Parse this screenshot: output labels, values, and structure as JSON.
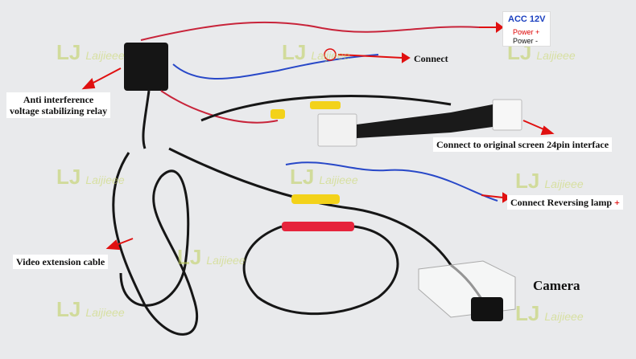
{
  "watermark": "Laijieee",
  "watermark_logo": "LJ",
  "labels": {
    "acc_title": "ACC 12V",
    "power_pos": "Power",
    "power_pos_sign": "+",
    "power_neg": "Power",
    "power_neg_sign": "-",
    "connect": "Connect",
    "relay_line1": "Anti interference",
    "relay_line2": "voltage stabilizing relay",
    "screen_interface": "Connect to original screen 24pin interface",
    "reversing_lamp": "Connect Reversing lamp",
    "reversing_sign": "+",
    "video_cable": "Video extension cable",
    "camera": "Camera"
  },
  "colors": {
    "arrow": "#e01010",
    "red_wire": "#c8243a",
    "blue_wire": "#2848c8",
    "black_cable": "#161616",
    "yellow_rca": "#f3d21a",
    "red_rca": "#e6243c"
  }
}
